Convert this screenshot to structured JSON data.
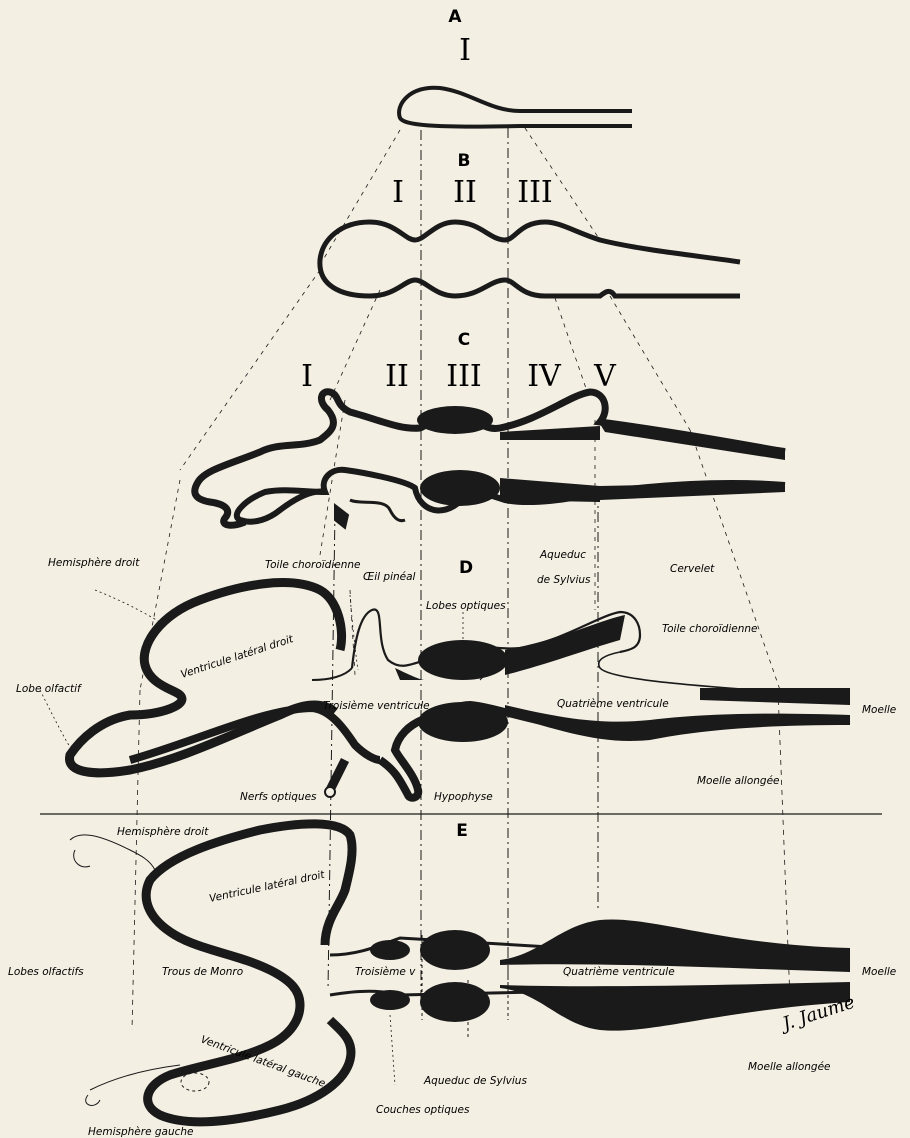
{
  "stages": {
    "A": {
      "letter": "A",
      "numerals": [
        "I"
      ]
    },
    "B": {
      "letter": "B",
      "numerals": [
        "I",
        "II",
        "III"
      ]
    },
    "C": {
      "letter": "C",
      "numerals": [
        "I",
        "II",
        "III",
        "IV",
        "V"
      ]
    },
    "D": {
      "letter": "D"
    },
    "E": {
      "letter": "E"
    }
  },
  "labels_d": {
    "hemisphere_droit": "Hemisphère droit",
    "toile_choroidienne_1": "Toile choroïdienne",
    "oeil_pineal": "Œil pinéal",
    "aqueduc_1": "Aqueduc",
    "aqueduc_2": "de Sylvius",
    "cervelet": "Cervelet",
    "lobes_optiques": "Lobes optiques",
    "toile_choroidienne_2": "Toile choroïdienne",
    "ventricule_lateral_droit": "Ventricule latéral droit",
    "lobe_olfactif": "Lobe olfactif",
    "troisieme_ventricule": "Troisième ventricule",
    "quatrieme_ventricule": "Quatrième ventricule",
    "moelle": "Moelle",
    "nerfs_optiques": "Nerfs optiques",
    "hypophyse": "Hypophyse",
    "moelle_allongee": "Moelle allongée"
  },
  "labels_e": {
    "hemisphere_droit": "Hemisphère droit",
    "ventricule_lateral_droit": "Ventricule latéral droit",
    "lobes_olfactifs": "Lobes olfactifs",
    "trous_de_monro": "Trous de Monro",
    "troisieme_v": "Troisième v",
    "quatrieme_ventricule": "Quatrième ventricule",
    "moelle": "Moelle",
    "ventricule_lateral_gauche": "Ventricule latéral gauche",
    "aqueduc_de_sylvius": "Aqueduc de Sylvius",
    "moelle_allongee": "Moelle allongée",
    "couches_optiques": "Couches optiques",
    "hemisphere_gauche": "Hemisphère gauche"
  },
  "signature": "J. Jaume",
  "colors": {
    "ink": "#1a1a1a",
    "paper": "#f4efe3"
  }
}
